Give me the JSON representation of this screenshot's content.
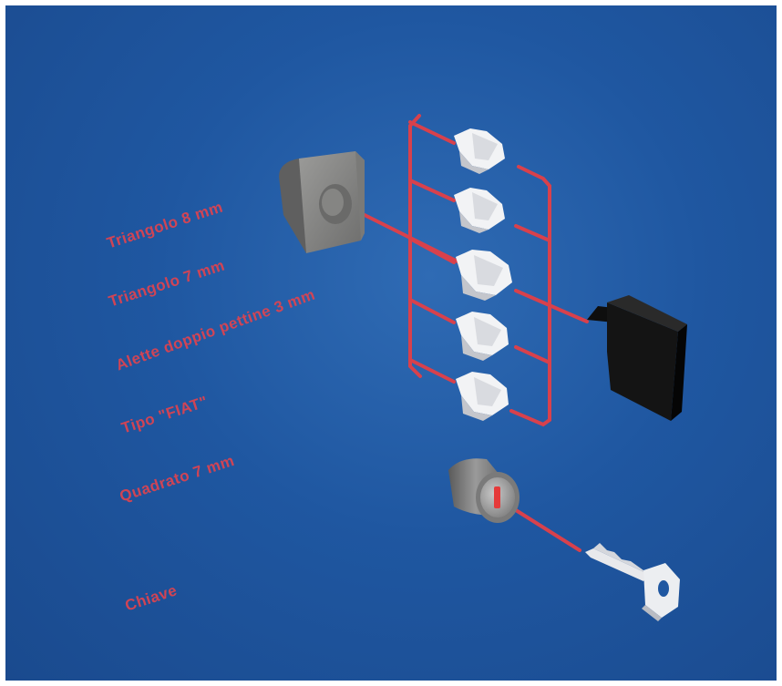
{
  "labels": [
    "Triangolo  8 mm",
    "Triangolo  7 mm",
    "Alette doppio pettine 3 mm",
    "Tipo \"FIAT\"",
    "Quadrato  7 mm",
    "Chiave"
  ],
  "colors": {
    "background": "#1f57a1",
    "accent": "#e0434f",
    "housing": "#8a8a88",
    "cover": "#141414",
    "insert": "#f2f3f5",
    "key": "#e8e9ec"
  }
}
